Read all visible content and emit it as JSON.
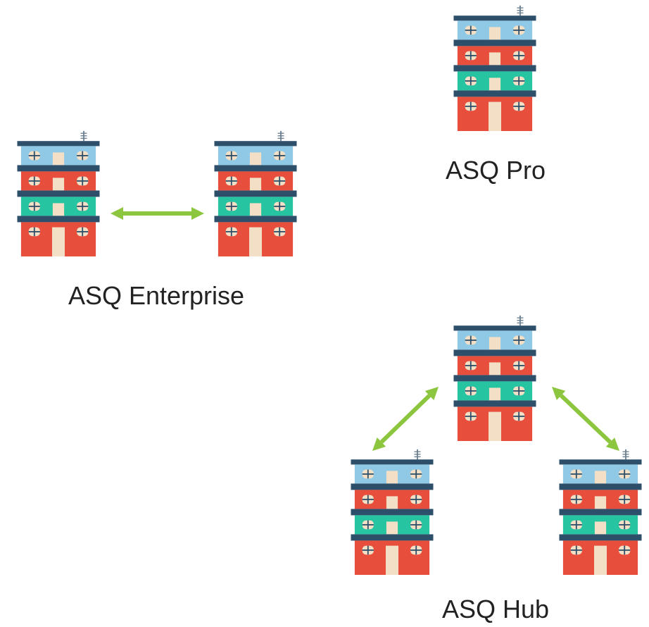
{
  "labels": {
    "enterprise": "ASQ Enterprise",
    "pro": "ASQ Pro",
    "hub": "ASQ Hub"
  },
  "colors": {
    "floor_band": "#2e4f6a",
    "top_floor": "#8fc9e6",
    "red_floor": "#e84e3c",
    "green_floor": "#27c4a1",
    "window": "#f3dfc6",
    "arrow": "#8cc63f",
    "antenna": "#6b7f91"
  },
  "icons": {
    "building": "apartment-building-icon",
    "connection": "double-headed-arrow-icon"
  }
}
